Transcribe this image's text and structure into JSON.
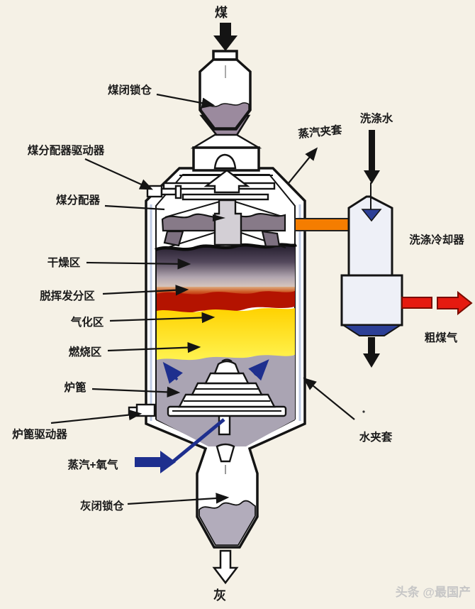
{
  "diagram": {
    "type": "process-equipment-diagram",
    "subject": "fixed-bed coal gasifier with wash cooler",
    "labels": {
      "coal": "煤",
      "coal_lock_hopper": "煤闭锁仓",
      "coal_distributor_driver": "煤分配器驱动器",
      "coal_distributor": "煤分配器",
      "drying_zone": "干燥区",
      "devolatilization_zone": "脱挥发分区",
      "gasification_zone": "气化区",
      "combustion_zone": "燃烧区",
      "grate": "炉篦",
      "grate_driver": "炉篦驱动器",
      "steam_plus_oxygen": "蒸汽+氧气",
      "ash_lock_hopper": "灰闭锁仓",
      "ash": "灰",
      "steam_jacket": "蒸汽夹套",
      "wash_water": "洗涤水",
      "wash_cooler": "洗涤冷却器",
      "raw_coal_gas": "粗煤气",
      "water_jacket": "水夹套"
    },
    "watermark": "头条 @最国产",
    "colors": {
      "background": "#f5f1e6",
      "coal_purple": "#9b8a9e",
      "heap_gray": "#877a88",
      "leg_gray": "#7d7080",
      "grate_gray": "#d9d5dd",
      "ash_gray": "#aaa4b3",
      "ash_fill": "#b2acbb",
      "zone_red": "#b41300",
      "zone_yellow": "#ffdf00",
      "pipe_orange": "#f57d00",
      "gas_red": "#e51a10",
      "gas_red_edge": "#7a0c00",
      "navy": "#1e2f8e",
      "cooler_blue": "#2c3f96",
      "cooler_body": "#eef0f7",
      "jacket_blue": "#bfcbe4",
      "ink": "#141414"
    }
  }
}
